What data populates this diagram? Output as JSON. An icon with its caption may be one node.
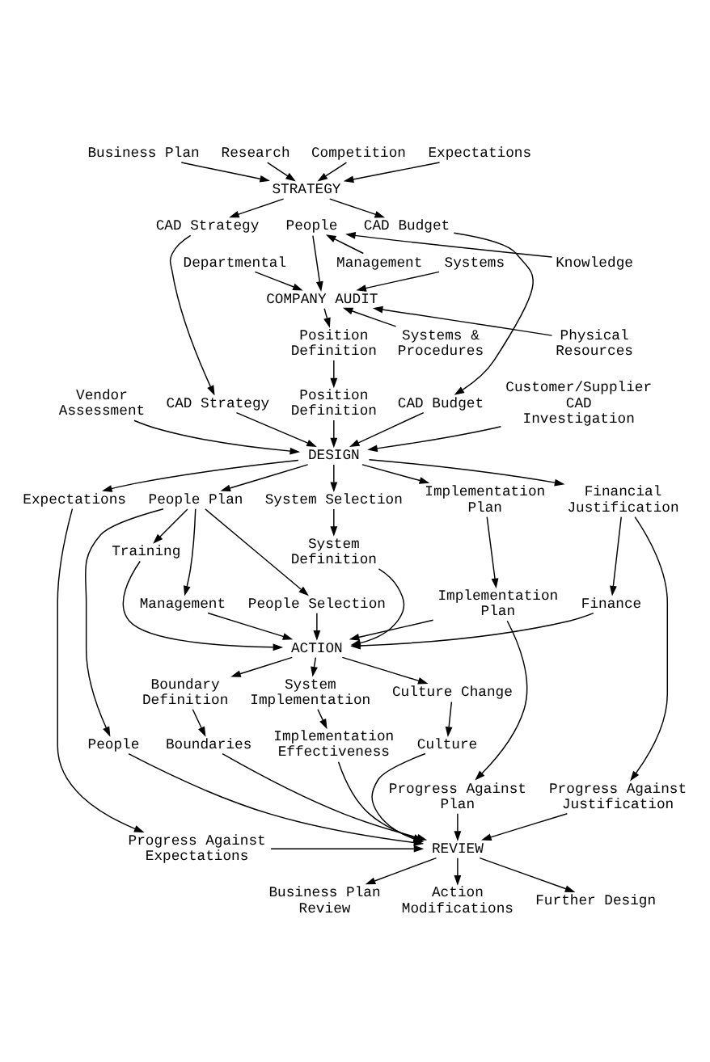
{
  "diagram": {
    "nodes": [
      {
        "text": [
          "Research"
        ]
      },
      {
        "text": [
          "Competition"
        ]
      },
      {
        "text": [
          "Business Plan"
        ]
      },
      {
        "text": [
          "STRATEGY"
        ]
      },
      {
        "text": [
          "Expectations"
        ]
      },
      {
        "text": [
          "CAD Strategy"
        ]
      },
      {
        "text": [
          "People"
        ]
      },
      {
        "text": [
          "CAD Budget"
        ]
      },
      {
        "text": [
          "Management"
        ]
      },
      {
        "text": [
          "Knowledge"
        ]
      },
      {
        "text": [
          "COMPANY AUDIT"
        ]
      },
      {
        "text": [
          "Departmental"
        ]
      },
      {
        "text": [
          "Systems"
        ]
      },
      {
        "text": [
          "Systems & Procedures"
        ]
      },
      {
        "text": [
          "Physical Resources"
        ]
      },
      {
        "text": [
          "Position Definition"
        ]
      },
      {
        "text": [
          "Position Definition"
        ]
      },
      {
        "text": [
          "CAD Strategy"
        ]
      },
      {
        "text": [
          "CAD Budget"
        ]
      },
      {
        "text": [
          "Vendor Assessment"
        ]
      },
      {
        "text": [
          "DESIGN"
        ]
      },
      {
        "text": [
          "Customer/Supplier CAD Investigation"
        ]
      },
      {
        "text": [
          "Expectations"
        ]
      },
      {
        "text": [
          "Financial Justification"
        ]
      },
      {
        "text": [
          "People Plan"
        ]
      },
      {
        "text": [
          "System Selection"
        ]
      },
      {
        "text": [
          "Implementation Plan"
        ]
      },
      {
        "text": [
          "Training"
        ]
      },
      {
        "text": [
          "System Definition"
        ]
      },
      {
        "text": [
          "People Selection"
        ]
      },
      {
        "text": [
          "Implementation Plan"
        ]
      },
      {
        "text": [
          "Management"
        ]
      },
      {
        "text": [
          "ACTION"
        ]
      },
      {
        "text": [
          "Finance"
        ]
      },
      {
        "text": [
          "Boundary Definition"
        ]
      },
      {
        "text": [
          "Culture Change"
        ]
      },
      {
        "text": [
          "System Implementation"
        ]
      },
      {
        "text": [
          "Boundaries"
        ]
      },
      {
        "text": [
          "Implementation Effectiveness"
        ]
      },
      {
        "text": [
          "Culture"
        ]
      },
      {
        "text": [
          "People"
        ]
      },
      {
        "text": [
          "Progress Against Plan"
        ]
      },
      {
        "text": [
          "REVIEW"
        ]
      },
      {
        "text": [
          "Progress Against Expectations"
        ]
      },
      {
        "text": [
          "Progress Against Justification"
        ]
      },
      {
        "text": [
          "Business Plan Review"
        ]
      },
      {
        "text": [
          "Action Modifications"
        ]
      },
      {
        "text": [
          "Further Design"
        ]
      }
    ],
    "edges": [
      {
        "from": 0,
        "to": 3,
        "arrow": "to"
      },
      {
        "from": 1,
        "to": 3,
        "arrow": "to"
      },
      {
        "from": 2,
        "to": 3,
        "arrow": "to"
      },
      {
        "from": 4,
        "to": 3,
        "arrow": "to"
      },
      {
        "from": 3,
        "to": 5,
        "arrow": "to"
      },
      {
        "from": 3,
        "to": 7,
        "arrow": "to"
      },
      {
        "from": 8,
        "to": 6,
        "arrow": "to"
      },
      {
        "from": 9,
        "to": 6,
        "arrow": "to"
      },
      {
        "from": 6,
        "to": 10,
        "arrow": "to"
      },
      {
        "from": 11,
        "to": 10,
        "arrow": "to"
      },
      {
        "from": 12,
        "to": 10,
        "arrow": "to"
      },
      {
        "from": 13,
        "to": 10,
        "arrow": "to"
      },
      {
        "from": 14,
        "to": 10,
        "arrow": "to"
      },
      {
        "from": 10,
        "to": 15,
        "arrow": "to"
      },
      {
        "from": 15,
        "to": 16,
        "arrow": "to"
      },
      {
        "from": 5,
        "to": 17,
        "arrow": "to"
      },
      {
        "from": 7,
        "to": 18,
        "arrow": "to"
      },
      {
        "from": 16,
        "to": 20,
        "arrow": "to"
      },
      {
        "from": 17,
        "to": 20,
        "arrow": "to"
      },
      {
        "from": 18,
        "to": 20,
        "arrow": "to"
      },
      {
        "from": 19,
        "to": 20,
        "arrow": "to"
      },
      {
        "from": 21,
        "to": 20,
        "arrow": "to"
      },
      {
        "from": 20,
        "to": 22,
        "arrow": "to"
      },
      {
        "from": 20,
        "to": 23,
        "arrow": "to"
      },
      {
        "from": 20,
        "to": 24,
        "arrow": "to"
      },
      {
        "from": 20,
        "to": 25,
        "arrow": "to"
      },
      {
        "from": 20,
        "to": 26,
        "arrow": "to"
      },
      {
        "from": 24,
        "to": 27,
        "arrow": "to"
      },
      {
        "from": 24,
        "to": 29,
        "arrow": "to"
      },
      {
        "from": 24,
        "to": 31,
        "arrow": "to"
      },
      {
        "from": 24,
        "to": 40,
        "arrow": "to"
      },
      {
        "from": 22,
        "to": 43,
        "arrow": "to"
      },
      {
        "from": 25,
        "to": 28,
        "arrow": "to"
      },
      {
        "from": 26,
        "to": 30,
        "arrow": "to"
      },
      {
        "from": 23,
        "to": 33,
        "arrow": "to"
      },
      {
        "from": 23,
        "to": 44,
        "arrow": "to"
      },
      {
        "from": 27,
        "to": 32,
        "arrow": "to"
      },
      {
        "from": 28,
        "to": 32,
        "arrow": "to"
      },
      {
        "from": 29,
        "to": 32,
        "arrow": "to"
      },
      {
        "from": 30,
        "to": 32,
        "arrow": "to"
      },
      {
        "from": 31,
        "to": 32,
        "arrow": "to"
      },
      {
        "from": 33,
        "to": 32,
        "arrow": "to"
      },
      {
        "from": 32,
        "to": 34,
        "arrow": "to"
      },
      {
        "from": 32,
        "to": 36,
        "arrow": "to"
      },
      {
        "from": 32,
        "to": 35,
        "arrow": "to"
      },
      {
        "from": 30,
        "to": 41,
        "arrow": "to"
      },
      {
        "from": 34,
        "to": 37,
        "arrow": "to"
      },
      {
        "from": 36,
        "to": 38,
        "arrow": "to"
      },
      {
        "from": 35,
        "to": 39,
        "arrow": "to"
      },
      {
        "from": 37,
        "to": 42,
        "arrow": "to"
      },
      {
        "from": 38,
        "to": 42,
        "arrow": "to"
      },
      {
        "from": 39,
        "to": 42,
        "arrow": "to"
      },
      {
        "from": 40,
        "to": 42,
        "arrow": "to"
      },
      {
        "from": 41,
        "to": 42,
        "arrow": "to"
      },
      {
        "from": 43,
        "to": 42,
        "arrow": "to"
      },
      {
        "from": 44,
        "to": 42,
        "arrow": "to"
      },
      {
        "from": 42,
        "to": 45,
        "arrow": "to"
      },
      {
        "from": 42,
        "to": 46,
        "arrow": "to"
      },
      {
        "from": 42,
        "to": 47,
        "arrow": "to"
      }
    ]
  }
}
